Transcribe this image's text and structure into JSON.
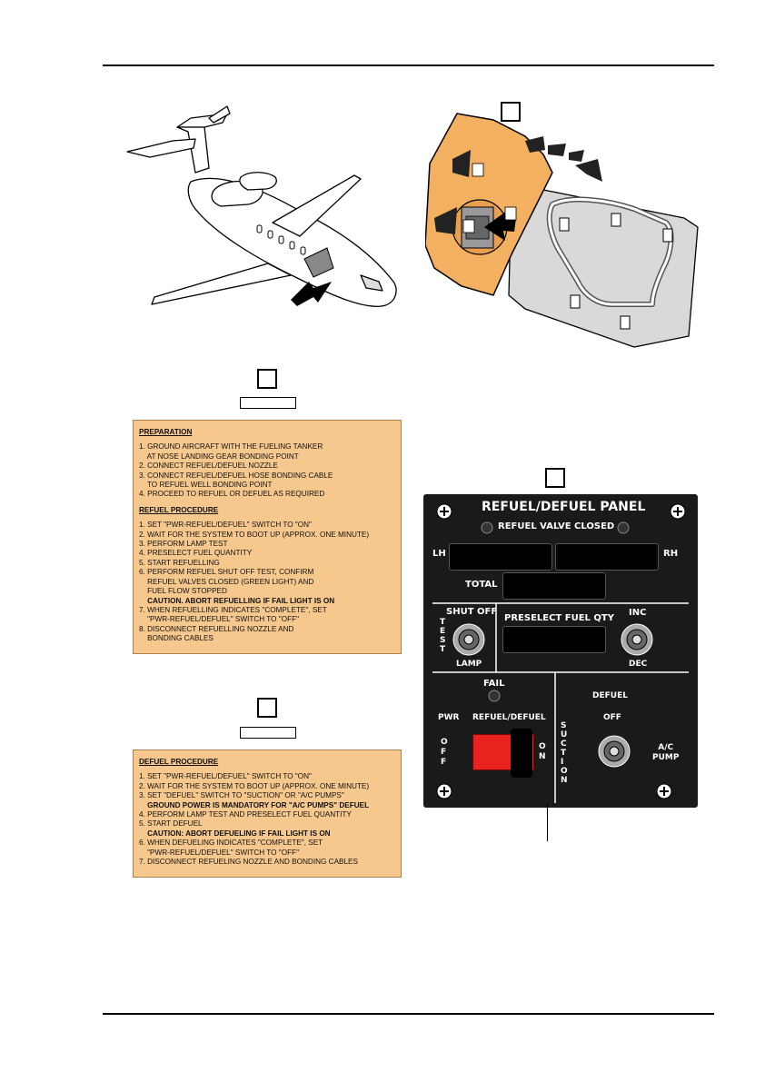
{
  "page": {
    "callouts": {
      "top_detail": "",
      "refuel_detail": "",
      "defuel_detail": "",
      "panel_detail": ""
    }
  },
  "refuel_placard": {
    "prep_heading": "PREPARATION",
    "prep_lines": [
      "1. GROUND AIRCRAFT WITH THE FUELING TANKER",
      "    AT NOSE LANDING GEAR BONDING POINT",
      "2. CONNECT REFUEL/DEFUEL NOZZLE",
      "3. CONNECT REFUEL/DEFUEL HOSE BONDING CABLE",
      "    TO REFUEL WELL BONDING POINT",
      "4. PROCEED TO REFUEL OR DEFUEL AS REQUIRED"
    ],
    "proc_heading": "REFUEL PROCEDURE",
    "proc_lines": [
      "1. SET \"PWR-REFUEL/DEFUEL\" SWITCH TO \"ON\"",
      "2. WAIT FOR THE SYSTEM TO BOOT UP (APPROX. ONE MINUTE)",
      "3. PERFORM LAMP TEST",
      "4. PRESELECT FUEL QUANTITY",
      "5. START REFUELLING",
      "6. PERFORM REFUEL SHUT OFF TEST, CONFIRM",
      "    REFUEL VALVES CLOSED (GREEN LIGHT) AND",
      "    FUEL FLOW STOPPED",
      "    CAUTION. ABORT REFUELLING IF FAIL LIGHT IS ON",
      "7. WHEN REFUELLING INDICATES \"COMPLETE\", SET",
      "    \"PWR-REFUEL/DEFUEL\" SWITCH TO \"OFF\"",
      "8. DISCONNECT REFUELLING NOZZLE AND",
      "    BONDING CABLES"
    ]
  },
  "defuel_placard": {
    "heading": "DEFUEL PROCEDURE",
    "lines": [
      "1. SET \"PWR-REFUEL/DEFUEL\" SWITCH TO \"ON\"",
      "2. WAIT FOR THE SYSTEM TO BOOT UP (APPROX. ONE MINUTE)",
      "3. SET \"DEFUEL\" SWITCH TO \"SUCTION\" OR \"A/C PUMPS\"",
      "    GROUND POWER IS MANDATORY FOR \"A/C PUMPS\" DEFUEL",
      "4. PERFORM LAMP TEST AND PRESELECT FUEL QUANTITY",
      "5. START DEFUEL",
      "    CAUTION: ABORT DEFUELING IF FAIL LIGHT IS ON",
      "6. WHEN DEFUELING INDICATES \"COMPLETE\", SET",
      "    \"PWR-REFUEL/DEFUEL\" SWITCH TO \"OFF\"",
      "7. DISCONNECT REFUELING NOZZLE AND BONDING CABLES"
    ]
  },
  "panel": {
    "title": "REFUEL/DEFUEL PANEL",
    "valve_closed": "REFUEL VALVE CLOSED",
    "lh": "LH",
    "rh": "RH",
    "total": "TOTAL",
    "shut_off": "SHUT OFF",
    "test": "T\nE\nS\nT",
    "lamp": "LAMP",
    "preselect": "PRESELECT FUEL QTY",
    "inc": "INC",
    "dec": "DEC",
    "fail": "FAIL",
    "defuel": "DEFUEL",
    "pwr": "PWR",
    "refuel_defuel": "REFUEL/DEFUEL",
    "off_left": "O\nF\nF",
    "on": "O\nN",
    "off_center": "OFF",
    "suction": "S\nU\nC\nT\nI\nO\nN",
    "ac_pump": "A/C\nPUMP",
    "colors": {
      "panel": "#1a1a1a",
      "placard": "#f6c88e",
      "switch_guard": "#e8231e",
      "door": "#f3b060"
    }
  }
}
